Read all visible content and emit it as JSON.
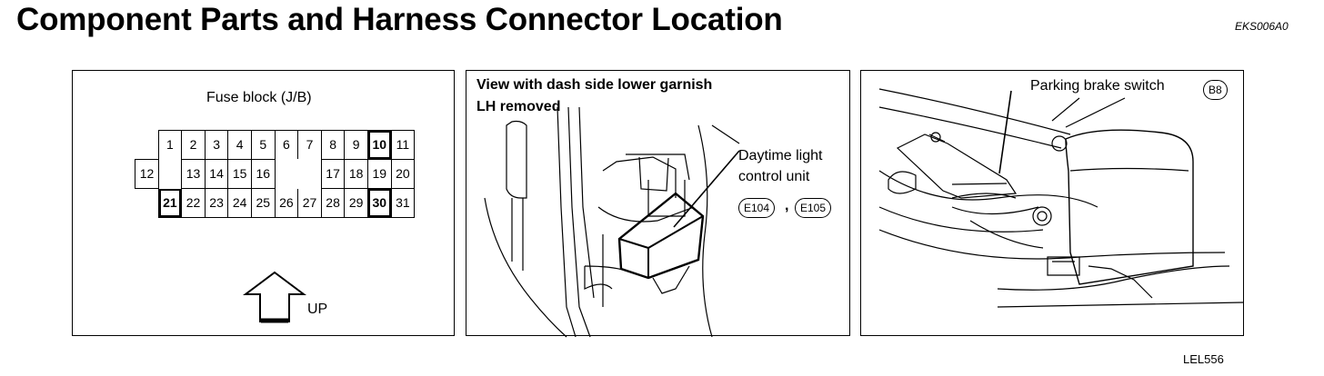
{
  "title": "Component Parts and Harness Connector Location",
  "code_top": "EKS006A0",
  "code_bottom": "LEL556",
  "panel1": {
    "label": "Fuse block (J/B)",
    "up_label": "UP",
    "fuses": [
      {
        "n": "1",
        "row": 0,
        "col": 1,
        "hl": false
      },
      {
        "n": "2",
        "row": 0,
        "col": 2,
        "hl": false
      },
      {
        "n": "3",
        "row": 0,
        "col": 3,
        "hl": false
      },
      {
        "n": "4",
        "row": 0,
        "col": 4,
        "hl": false
      },
      {
        "n": "5",
        "row": 0,
        "col": 5,
        "hl": false
      },
      {
        "n": "6",
        "row": 0,
        "col": 6,
        "hl": false
      },
      {
        "n": "7",
        "row": 0,
        "col": 7,
        "hl": false
      },
      {
        "n": "8",
        "row": 0,
        "col": 8,
        "hl": false
      },
      {
        "n": "9",
        "row": 0,
        "col": 9,
        "hl": false
      },
      {
        "n": "10",
        "row": 0,
        "col": 10,
        "hl": true
      },
      {
        "n": "11",
        "row": 0,
        "col": 11,
        "hl": false
      },
      {
        "n": "12",
        "row": 1,
        "col": 0,
        "hl": false
      },
      {
        "n": "13",
        "row": 1,
        "col": 2,
        "hl": false
      },
      {
        "n": "14",
        "row": 1,
        "col": 3,
        "hl": false
      },
      {
        "n": "15",
        "row": 1,
        "col": 4,
        "hl": false
      },
      {
        "n": "16",
        "row": 1,
        "col": 5,
        "hl": false
      },
      {
        "n": "17",
        "row": 1,
        "col": 8,
        "hl": false
      },
      {
        "n": "18",
        "row": 1,
        "col": 9,
        "hl": false
      },
      {
        "n": "19",
        "row": 1,
        "col": 10,
        "hl": false
      },
      {
        "n": "20",
        "row": 1,
        "col": 11,
        "hl": false
      },
      {
        "n": "21",
        "row": 2,
        "col": 1,
        "hl": true
      },
      {
        "n": "22",
        "row": 2,
        "col": 2,
        "hl": false
      },
      {
        "n": "23",
        "row": 2,
        "col": 3,
        "hl": false
      },
      {
        "n": "24",
        "row": 2,
        "col": 4,
        "hl": false
      },
      {
        "n": "25",
        "row": 2,
        "col": 5,
        "hl": false
      },
      {
        "n": "26",
        "row": 2,
        "col": 6,
        "hl": false
      },
      {
        "n": "27",
        "row": 2,
        "col": 7,
        "hl": false
      },
      {
        "n": "28",
        "row": 2,
        "col": 8,
        "hl": false
      },
      {
        "n": "29",
        "row": 2,
        "col": 9,
        "hl": false
      },
      {
        "n": "30",
        "row": 2,
        "col": 10,
        "hl": true
      },
      {
        "n": "31",
        "row": 2,
        "col": 11,
        "hl": false
      }
    ]
  },
  "panel2": {
    "view_label_line1": "View with dash side lower garnish",
    "view_label_line2": "LH removed",
    "unit_label_line1": "Daytime light",
    "unit_label_line2": "control unit",
    "connector_a": "E104",
    "separator": ",",
    "connector_b": "E105"
  },
  "panel3": {
    "switch_label": "Parking brake switch",
    "connector": "B8"
  }
}
